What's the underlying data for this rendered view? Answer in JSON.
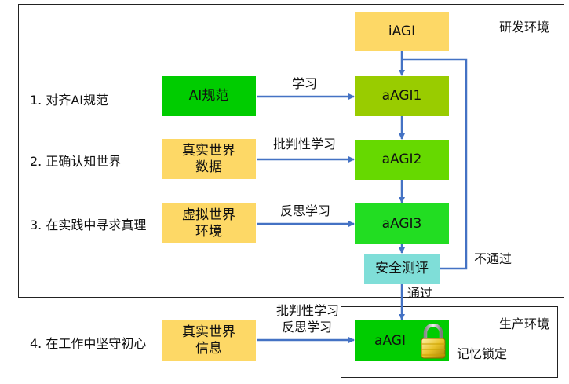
{
  "environments": {
    "dev_label": "研发环境",
    "prod_label": "生产环境"
  },
  "stages": [
    {
      "label": "1. 对齐AI规范"
    },
    {
      "label": "2. 正确认知世界"
    },
    {
      "label": "3. 在实践中寻求真理"
    },
    {
      "label": "4. 在工作中坚守初心"
    }
  ],
  "inputs": [
    {
      "label": "AI规范",
      "color": "#00cc00"
    },
    {
      "label": "真实世界\n数据",
      "color": "#fdd866"
    },
    {
      "label": "虚拟世界\n环境",
      "color": "#fdd866"
    },
    {
      "label": "真实世界\n信息",
      "color": "#fdd866"
    }
  ],
  "models": {
    "iagi": {
      "label": "iAGI",
      "color": "#fdd866"
    },
    "aagi1": {
      "label": "aAGI1",
      "color": "#99cc00"
    },
    "aagi2": {
      "label": "aAGI2",
      "color": "#66d900"
    },
    "aagi3": {
      "label": "aAGI3",
      "color": "#22dd22"
    },
    "aagi": {
      "label": "aAGI",
      "color": "#00cc00"
    }
  },
  "safety_eval": {
    "label": "安全测评",
    "color": "#7fded8"
  },
  "edges": {
    "learn": "学习",
    "critical_learn": "批判性学习",
    "reflect_learn": "反思学习",
    "prod_learn_1": "批判性学习",
    "prod_learn_2": "反思学习",
    "pass": "通过",
    "fail": "不通过"
  },
  "memory_lock": "记忆锁定",
  "icons": {
    "lock": "padlock-icon"
  },
  "arrow_color": "#4472c4"
}
